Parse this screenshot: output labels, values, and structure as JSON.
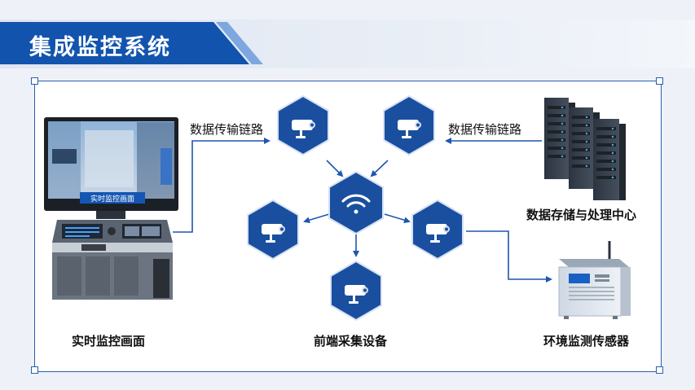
{
  "title": "集成监控系统",
  "monitor_screen_text": "实时监控画面",
  "labels": {
    "monitoring": "实时监控画面",
    "front_end": "前端采集设备",
    "storage": "数据存储与处理中心",
    "sensor": "环境监测传感器",
    "link_left": "数据传输链路",
    "link_right": "数据传输链路"
  },
  "colors": {
    "brand_blue": "#1254ad",
    "hex_blue": "#1a4fa0",
    "line_blue": "#2a5fb0"
  },
  "icons": {
    "wifi_hub": "wifi-icon",
    "camera": "camera-icon",
    "server": "server-rack-icon",
    "sensor": "sensor-box-icon",
    "console": "monitoring-console-icon"
  }
}
